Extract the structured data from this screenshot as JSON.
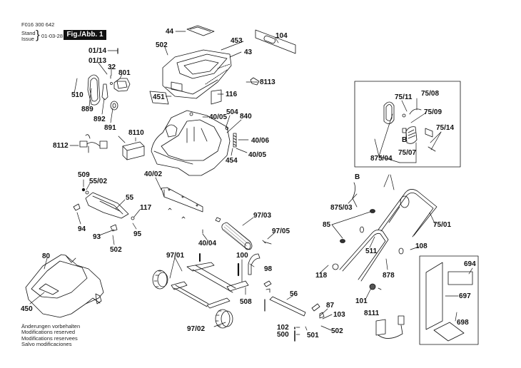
{
  "document": {
    "part_number": "F016 300 642",
    "stand_label": "Stand",
    "issue_label": "Issue",
    "issue_date": "01-03-28",
    "figure_label": "Fig./Abb. 1",
    "footer_notes": [
      "Änderungen vorbehalten",
      "Modifications reserved",
      "Modifications reservees",
      "Salvo modificaciones"
    ]
  },
  "callouts": [
    {
      "id": "44",
      "label": "44"
    },
    {
      "id": "453",
      "label": "453"
    },
    {
      "id": "104",
      "label": "104"
    },
    {
      "id": "43",
      "label": "43"
    },
    {
      "id": "502a",
      "label": "502"
    },
    {
      "id": "01/14",
      "label": "01/14"
    },
    {
      "id": "01/13",
      "label": "01/13"
    },
    {
      "id": "32",
      "label": "32"
    },
    {
      "id": "801",
      "label": "801"
    },
    {
      "id": "510",
      "label": "510"
    },
    {
      "id": "889",
      "label": "889"
    },
    {
      "id": "892",
      "label": "892"
    },
    {
      "id": "891",
      "label": "891"
    },
    {
      "id": "451",
      "label": "451"
    },
    {
      "id": "116",
      "label": "116"
    },
    {
      "id": "8113",
      "label": "8113"
    },
    {
      "id": "40/05a",
      "label": "40/05"
    },
    {
      "id": "504",
      "label": "504"
    },
    {
      "id": "840",
      "label": "840"
    },
    {
      "id": "40/06",
      "label": "40/06"
    },
    {
      "id": "40/05b",
      "label": "40/05"
    },
    {
      "id": "454",
      "label": "454"
    },
    {
      "id": "8110",
      "label": "8110"
    },
    {
      "id": "8112",
      "label": "8112"
    },
    {
      "id": "509",
      "label": "509"
    },
    {
      "id": "55/02",
      "label": "55/02"
    },
    {
      "id": "55",
      "label": "55"
    },
    {
      "id": "117",
      "label": "117"
    },
    {
      "id": "94",
      "label": "94"
    },
    {
      "id": "95",
      "label": "95"
    },
    {
      "id": "93",
      "label": "93"
    },
    {
      "id": "502b",
      "label": "502"
    },
    {
      "id": "40/02",
      "label": "40/02"
    },
    {
      "id": "40/04",
      "label": "40/04"
    },
    {
      "id": "97/03",
      "label": "97/03"
    },
    {
      "id": "97/05",
      "label": "97/05"
    },
    {
      "id": "80",
      "label": "80"
    },
    {
      "id": "450",
      "label": "450"
    },
    {
      "id": "97/01",
      "label": "97/01"
    },
    {
      "id": "100",
      "label": "100"
    },
    {
      "id": "98",
      "label": "98"
    },
    {
      "id": "508",
      "label": "508"
    },
    {
      "id": "97/02",
      "label": "97/02"
    },
    {
      "id": "56",
      "label": "56"
    },
    {
      "id": "87",
      "label": "87"
    },
    {
      "id": "103",
      "label": "103"
    },
    {
      "id": "102",
      "label": "102"
    },
    {
      "id": "500",
      "label": "500"
    },
    {
      "id": "501",
      "label": "501"
    },
    {
      "id": "502c",
      "label": "502"
    },
    {
      "id": "75/11",
      "label": "75/11"
    },
    {
      "id": "75/08",
      "label": "75/08"
    },
    {
      "id": "75/09",
      "label": "75/09"
    },
    {
      "id": "75/14",
      "label": "75/14"
    },
    {
      "id": "B1",
      "label": "B"
    },
    {
      "id": "875/04",
      "label": "875/04"
    },
    {
      "id": "75/07",
      "label": "75/07"
    },
    {
      "id": "B2",
      "label": "B"
    },
    {
      "id": "875/03",
      "label": "875/03"
    },
    {
      "id": "85",
      "label": "85"
    },
    {
      "id": "75/01",
      "label": "75/01"
    },
    {
      "id": "511",
      "label": "511"
    },
    {
      "id": "108",
      "label": "108"
    },
    {
      "id": "118",
      "label": "118"
    },
    {
      "id": "878",
      "label": "878"
    },
    {
      "id": "101",
      "label": "101"
    },
    {
      "id": "8111",
      "label": "8111"
    },
    {
      "id": "694",
      "label": "694"
    },
    {
      "id": "697",
      "label": "697"
    },
    {
      "id": "698",
      "label": "698"
    }
  ]
}
